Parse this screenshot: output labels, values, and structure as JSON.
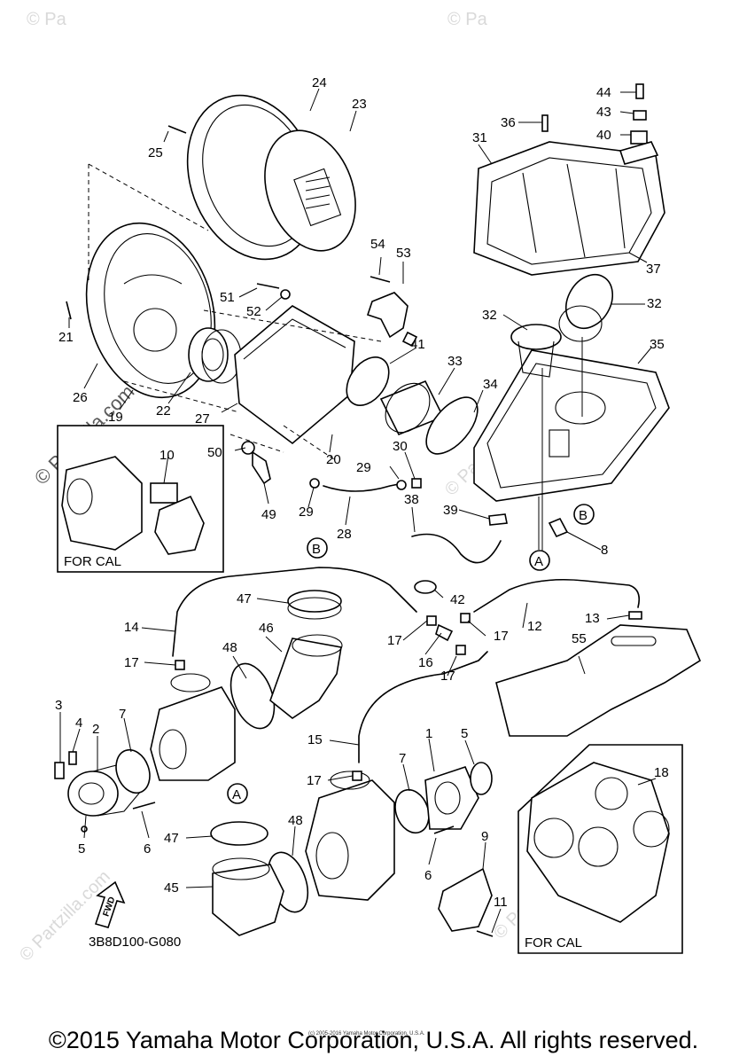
{
  "diagram_code": "3B8D100-G080",
  "copyright": "©2015 Yamaha Motor Corporation, U.S.A. All rights reserved.",
  "copyright_small": "(c) 2005-2016 Yamaha Motor Corporation, U.S.A.",
  "watermark": "© Partzilla.com",
  "watermark_short": "© Pa",
  "inset_label": "FOR CAL",
  "fwd_label": "FWD",
  "ref_a": "A",
  "ref_b": "B",
  "callouts": [
    "1",
    "2",
    "3",
    "4",
    "5",
    "6",
    "7",
    "8",
    "9",
    "10",
    "11",
    "12",
    "13",
    "14",
    "15",
    "16",
    "17",
    "18",
    "19",
    "20",
    "21",
    "22",
    "23",
    "24",
    "25",
    "26",
    "27",
    "28",
    "29",
    "30",
    "31",
    "32",
    "33",
    "34",
    "35",
    "36",
    "37",
    "38",
    "39",
    "40",
    "41",
    "42",
    "43",
    "44",
    "45",
    "46",
    "47",
    "48",
    "49",
    "50",
    "51",
    "52",
    "53",
    "54",
    "55"
  ]
}
